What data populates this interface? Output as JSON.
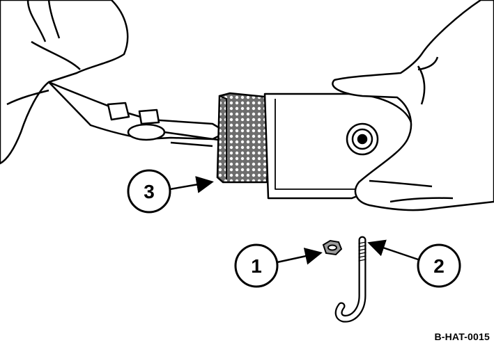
{
  "figure_code": "B-HAT-0015",
  "callouts": [
    {
      "number": "1",
      "refers_to": "nut"
    },
    {
      "number": "2",
      "refers_to": "j-bolt"
    },
    {
      "number": "3",
      "refers_to": "mesh-screen"
    }
  ]
}
